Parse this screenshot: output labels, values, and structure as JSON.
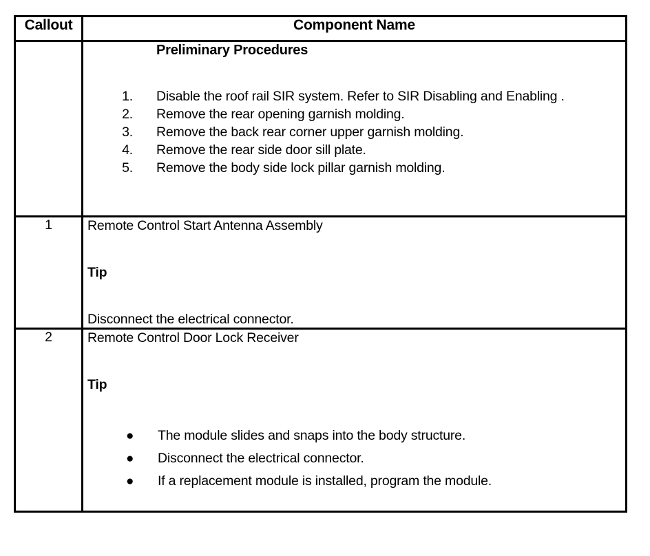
{
  "table": {
    "headers": {
      "callout": "Callout",
      "component_name": "Component Name"
    },
    "preliminary": {
      "title": "Preliminary Procedures",
      "steps": [
        {
          "num": "1.",
          "text": "Disable the roof rail SIR system. Refer to SIR Disabling and Enabling ."
        },
        {
          "num": "2.",
          "text": "Remove the rear opening garnish molding."
        },
        {
          "num": "3.",
          "text": "Remove the back rear corner upper garnish molding."
        },
        {
          "num": "4.",
          "text": "Remove the rear side door sill plate."
        },
        {
          "num": "5.",
          "text": "Remove the body side lock pillar garnish molding."
        }
      ]
    },
    "rows": [
      {
        "callout": "1",
        "component_name": "Remote Control Start Antenna Assembly",
        "tip_label": "Tip",
        "tip_text": "Disconnect the electrical connector."
      },
      {
        "callout": "2",
        "component_name": "Remote Control Door Lock Receiver",
        "tip_label": "Tip",
        "bullet_glyph": "●",
        "tip_bullets": [
          "The module slides and snaps into the body structure.",
          "Disconnect the electrical connector.",
          "If a replacement module is installed, program the module."
        ]
      }
    ]
  },
  "colors": {
    "border": "#000000",
    "text": "#000000",
    "background": "#ffffff"
  }
}
